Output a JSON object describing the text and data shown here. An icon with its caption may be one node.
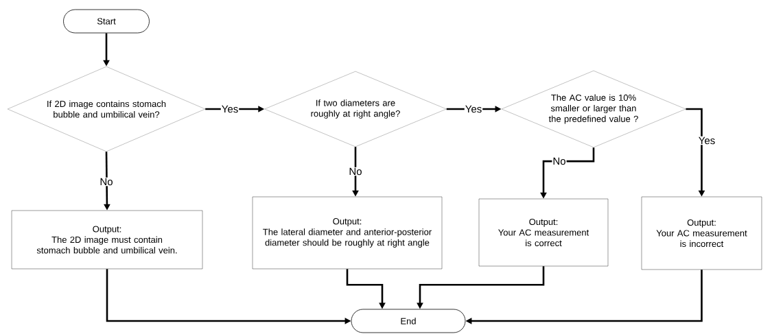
{
  "diagram": {
    "nodes": [
      {
        "text": [
          "Start"
        ]
      },
      {
        "text": [
          "If 2D image contains stomach bubble and umbilical vein?"
        ]
      },
      {
        "text": [
          "If two diameters are roughly at right angle?"
        ]
      },
      {
        "text": [
          "The AC value is 10% smaller or larger than the predefined value ?"
        ]
      },
      {
        "text": [
          "Output:",
          "The 2D image must contain stomach bubble and umbilical vein."
        ]
      },
      {
        "text": [
          "Output:",
          "The lateral diameter and anterior-posterior diameter should be roughly at right angle"
        ]
      },
      {
        "text": [
          "Output:",
          "Your AC measurement is correct"
        ]
      },
      {
        "text": [
          "Output:",
          "Your AC measurement is incorrect"
        ]
      },
      {
        "text": [
          "End"
        ]
      }
    ],
    "edges": [
      {
        "from": 0,
        "to": 1,
        "arrow": "to"
      },
      {
        "from": 1,
        "to": 2,
        "arrow": "to",
        "label": "Yes"
      },
      {
        "from": 2,
        "to": 3,
        "arrow": "to",
        "label": "Yes"
      },
      {
        "from": 1,
        "to": 4,
        "arrow": "to",
        "label": "No"
      },
      {
        "from": 2,
        "to": 5,
        "arrow": "to",
        "label": "No"
      },
      {
        "from": 3,
        "to": 6,
        "arrow": "to",
        "label": "No"
      },
      {
        "from": 3,
        "to": 7,
        "arrow": "to",
        "label": "Yes"
      },
      {
        "from": 4,
        "to": 8,
        "arrow": "to"
      },
      {
        "from": 5,
        "to": 8,
        "arrow": "to"
      },
      {
        "from": 6,
        "to": 8,
        "arrow": "to"
      },
      {
        "from": 7,
        "to": 8,
        "arrow": "to"
      }
    ]
  }
}
